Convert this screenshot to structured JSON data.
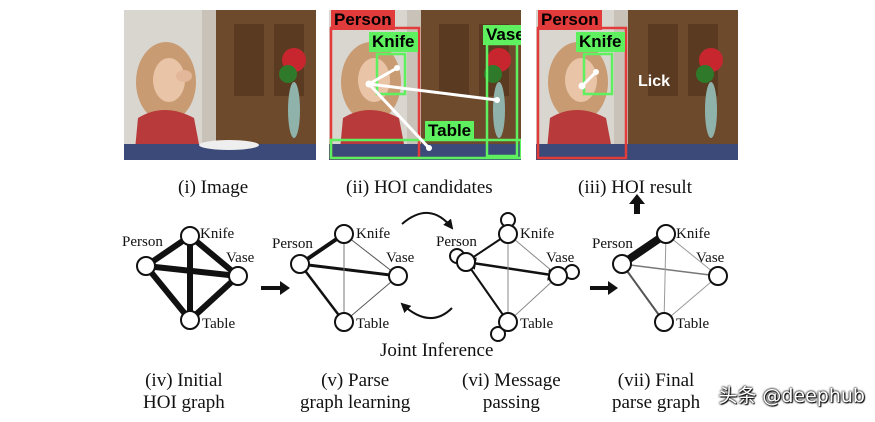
{
  "top_panels": {
    "panel1_caption": "(i) Image",
    "panel2_caption": "(ii) HOI candidates",
    "panel3_caption": "(iii) HOI result",
    "panel2_labels": {
      "person": "Person",
      "knife": "Knife",
      "vase": "Vase",
      "table": "Table"
    },
    "panel3_labels": {
      "person": "Person",
      "knife": "Knife",
      "action": "Lick"
    }
  },
  "graphs": {
    "node_labels": {
      "person": "Person",
      "knife": "Knife",
      "vase": "Vase",
      "table": "Table"
    },
    "iv_person_label": "Person",
    "joint_inference": "Joint Inference",
    "captions": {
      "iv_line1": "(iv) Initial",
      "iv_line2": "HOI graph",
      "v_line1": "(v) Parse",
      "v_line2": "graph learning",
      "vi_line1": "(vi) Message",
      "vi_line2": "passing",
      "vii_line1": "(vii) Final",
      "vii_line2": "parse graph"
    }
  },
  "watermark": "头条 @deephub",
  "colors": {
    "box_red": "#e23b3b",
    "box_green": "#5ef05e",
    "edge": "#111111"
  }
}
